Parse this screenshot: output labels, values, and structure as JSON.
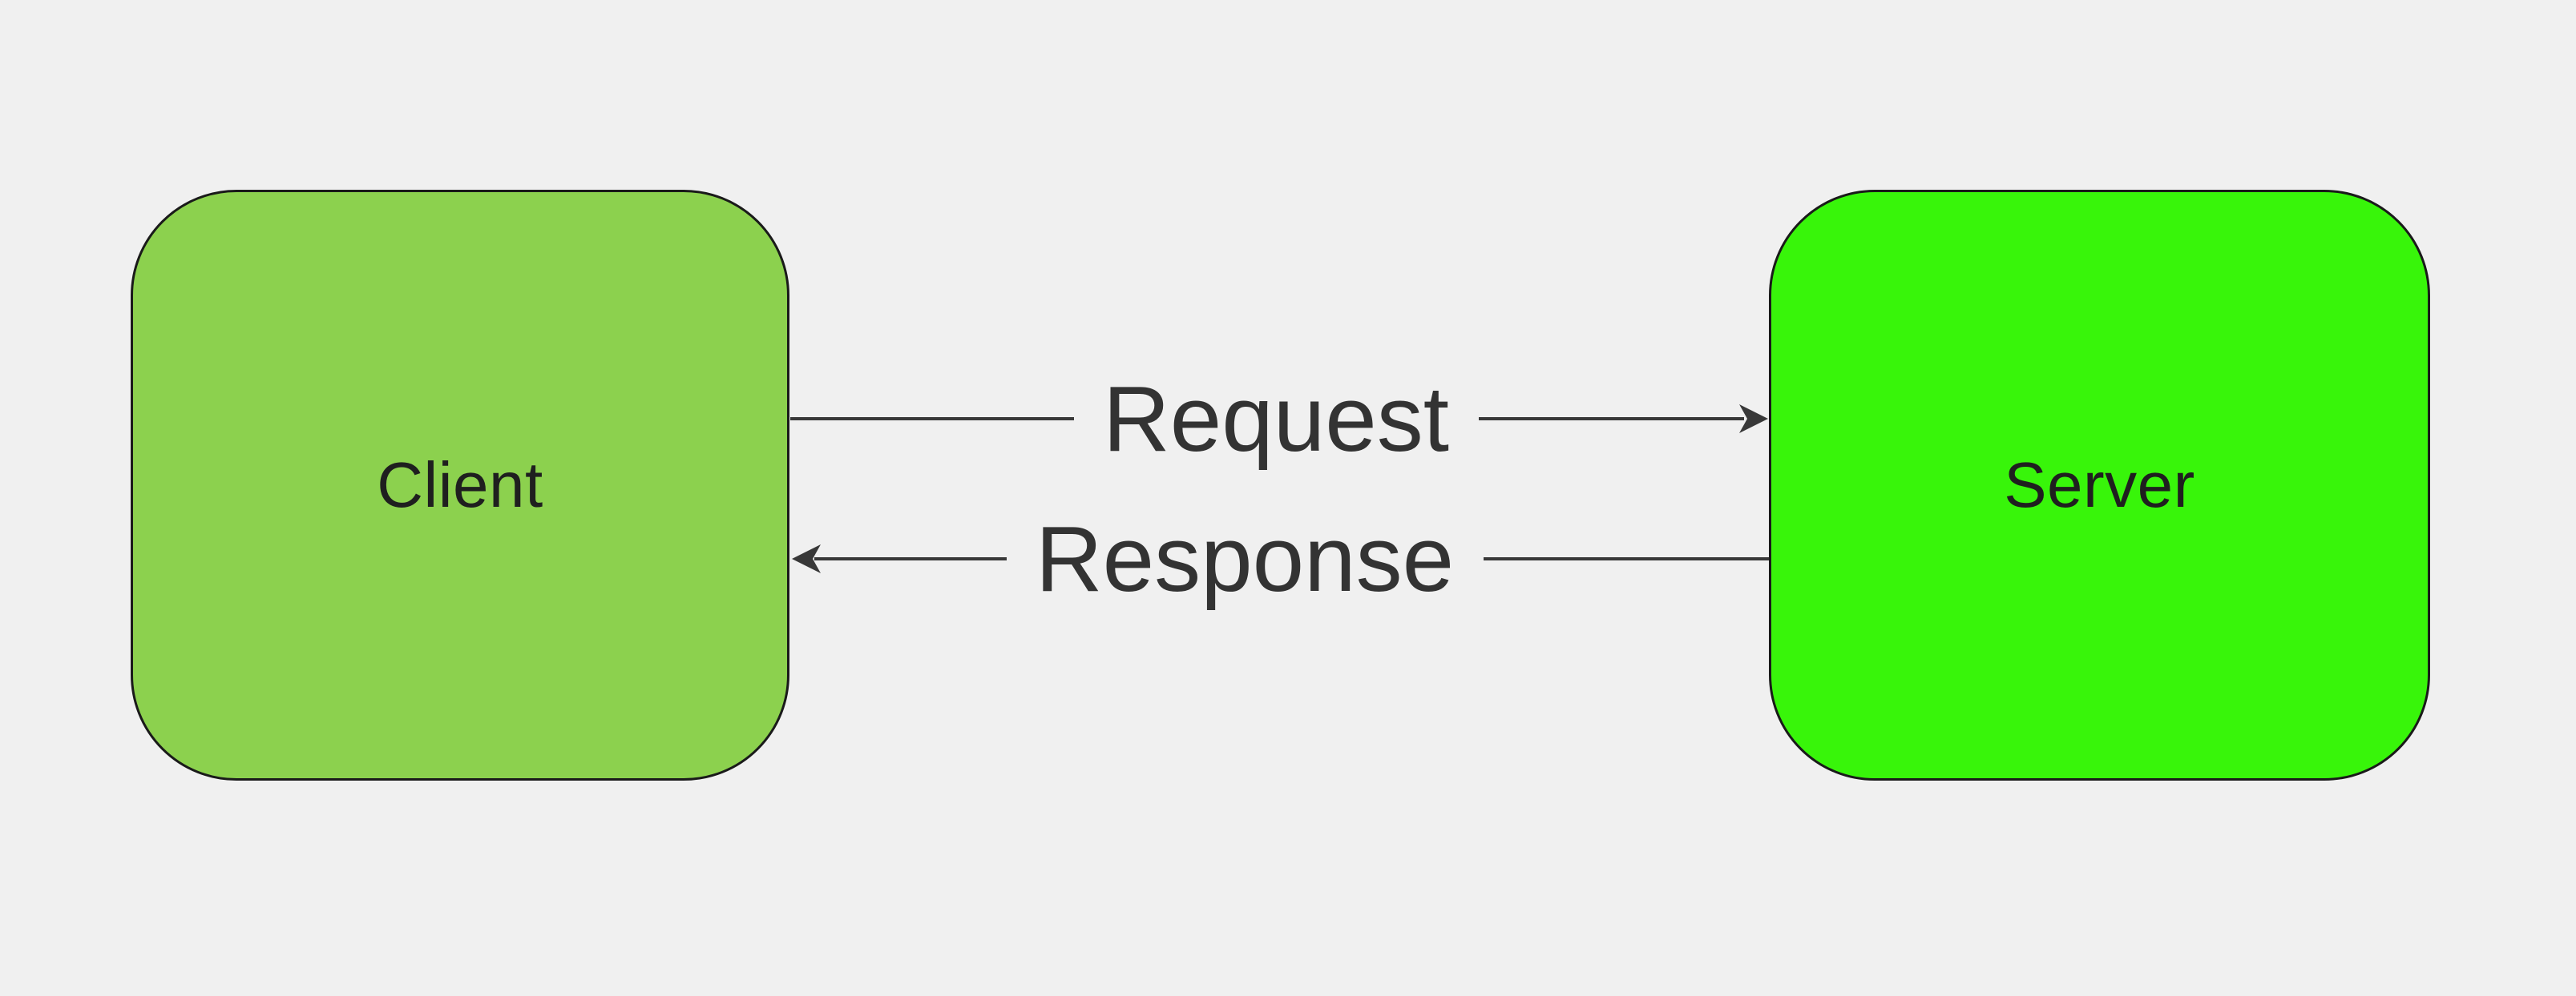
{
  "diagram": {
    "type": "client-server-flow",
    "nodes": [
      {
        "id": "client",
        "label": "Client",
        "fill": "#8cd14e"
      },
      {
        "id": "server",
        "label": "Server",
        "fill": "#38f50a"
      }
    ],
    "edges": [
      {
        "label": "Request",
        "from": "client",
        "to": "server",
        "direction": "left-to-right"
      },
      {
        "label": "Response",
        "from": "server",
        "to": "client",
        "direction": "right-to-left"
      }
    ],
    "colors": {
      "background": "#f0f0f0",
      "node_border": "#1a1a1a",
      "edge_stroke": "#383838",
      "label_text": "#333333",
      "client_fill": "#8cd14e",
      "server_fill": "#38f50a"
    }
  }
}
